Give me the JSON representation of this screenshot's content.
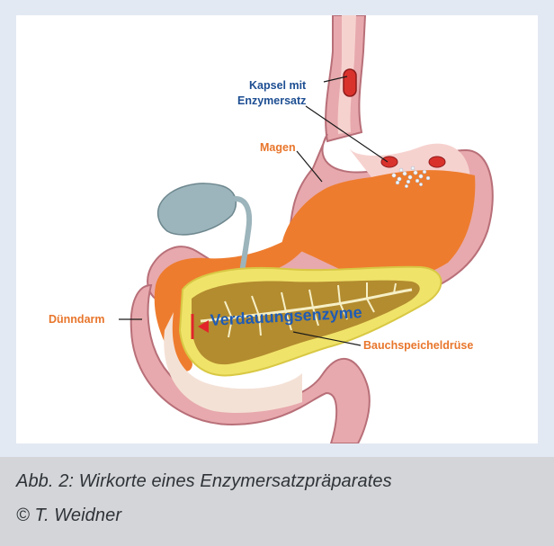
{
  "labels": {
    "capsule_line1": "Kapsel mit",
    "capsule_line2": "Enzymersatz",
    "stomach": "Magen",
    "small_intestine": "Dünndarm",
    "digestive_enzymes": "Verdauungsenzyme",
    "pancreas": "Bauchspeicheldrüse"
  },
  "caption": {
    "line1": "Abb. 2: Wirkorte eines Enzymersatzpräparates",
    "line2": "© T. Weidner"
  },
  "colors": {
    "background": "#e3e9f3",
    "panel": "#ffffff",
    "caption_bg": "#d3d5d8",
    "stomach_wall": "#e7a9ad",
    "stomach_content": "#ee7c2e",
    "pancreas_outer": "#f0e36a",
    "pancreas_inner": "#b38c2f",
    "gallbladder": "#9cb4bb",
    "label_blue": "#1d4e92",
    "label_orange": "#e8762c",
    "enzyme_blue": "#1f5bb5",
    "enzyme_marker": "#e2252b"
  }
}
